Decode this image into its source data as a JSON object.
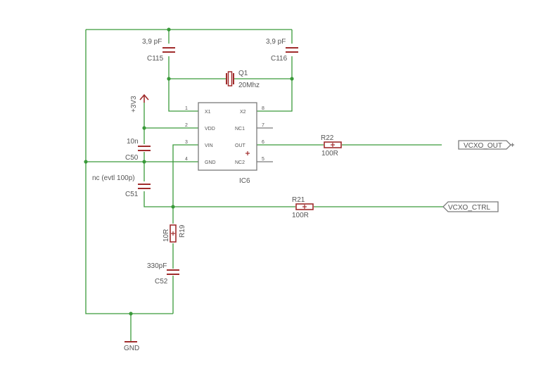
{
  "components": {
    "c115": {
      "ref": "C115",
      "value": "3,9 pF"
    },
    "c116": {
      "ref": "C116",
      "value": "3,9 pF"
    },
    "q1": {
      "ref": "Q1",
      "value": "20Mhz"
    },
    "c50": {
      "ref": "C50",
      "value": "10n"
    },
    "c51": {
      "ref": "C51",
      "value": "nc (evtl 100p)"
    },
    "c52": {
      "ref": "C52",
      "value": "330pF"
    },
    "r19": {
      "ref": "R19",
      "value": "10R"
    },
    "r21": {
      "ref": "R21",
      "value": "100R"
    },
    "r22": {
      "ref": "R22",
      "value": "100R"
    },
    "ic6": {
      "ref": "IC6",
      "pins_left": [
        {
          "num": "1",
          "name": "X1"
        },
        {
          "num": "2",
          "name": "VDD"
        },
        {
          "num": "3",
          "name": "VIN"
        },
        {
          "num": "4",
          "name": "GND"
        }
      ],
      "pins_right": [
        {
          "num": "8",
          "name": "X2"
        },
        {
          "num": "7",
          "name": "NC1"
        },
        {
          "num": "6",
          "name": "OUT"
        },
        {
          "num": "5",
          "name": "NC2"
        }
      ]
    }
  },
  "supply": {
    "label": "+3V3"
  },
  "ground": {
    "label": "GND"
  },
  "ports": {
    "vcxo_out": "VCXO_OUT",
    "vcxo_ctrl": "VCXO_CTRL"
  },
  "colors": {
    "wire": "#3a9a3a",
    "part": "#a02c2c",
    "outline": "#7a7a7a",
    "text": "#555555"
  }
}
